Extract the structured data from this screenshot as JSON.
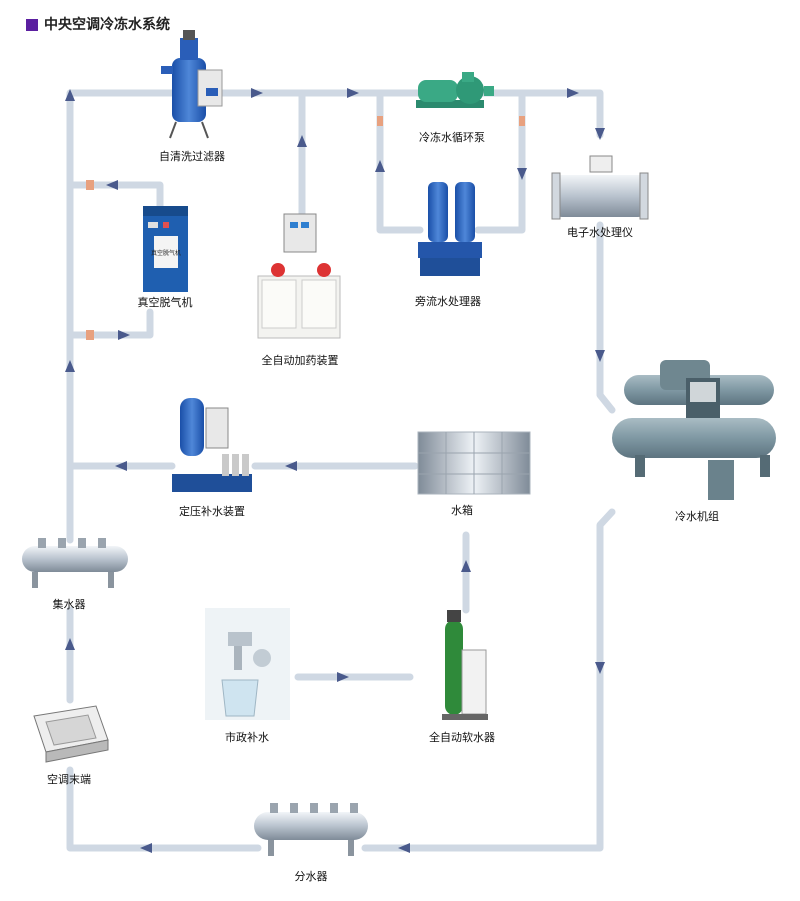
{
  "title": "中央空调冷冻水系统",
  "colors": {
    "accent": "#5b1fa0",
    "pipe": "#cfd8e3",
    "arrow": "#4a5a8c"
  },
  "components": {
    "self_clean_filter": "自清洗过滤器",
    "chilled_pump": "冷冻水循环泵",
    "electronic_treater": "电子水处理仪",
    "vacuum_degasser": "真空脱气机",
    "auto_dosing": "全自动加药装置",
    "bypass_treater": "旁流水处理器",
    "chiller": "冷水机组",
    "pressure_makeup": "定压补水装置",
    "water_tank": "水箱",
    "water_collector": "集水器",
    "municipal_water": "市政补水",
    "auto_softener": "全自动软水器",
    "ac_terminal": "空调末端",
    "water_distributor": "分水器"
  },
  "device_text": {
    "degasser_panel": "真空脱气机"
  }
}
